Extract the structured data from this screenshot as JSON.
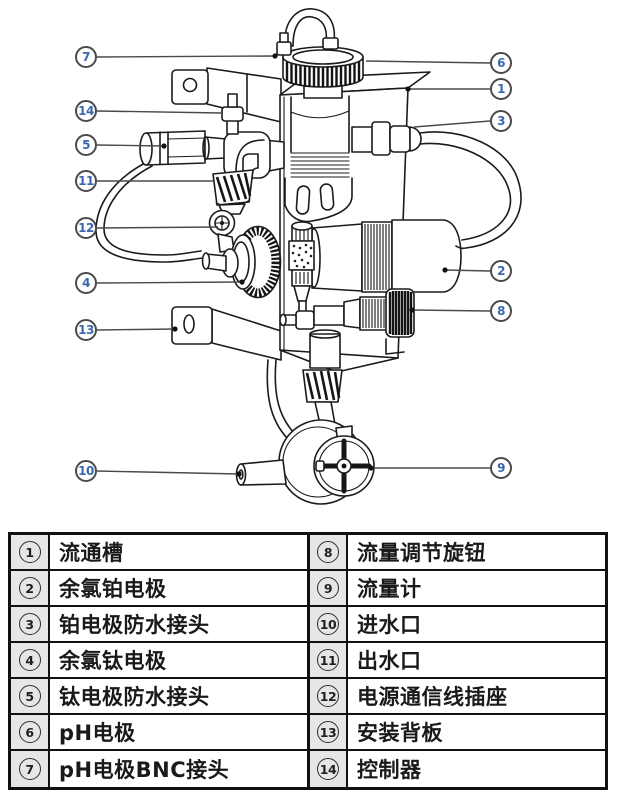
{
  "diagram": {
    "callouts": {
      "c1": "1",
      "c2": "2",
      "c3": "3",
      "c4": "4",
      "c5": "5",
      "c6": "6",
      "c7": "7",
      "c8": "8",
      "c9": "9",
      "c10": "10",
      "c11": "11",
      "c12": "12",
      "c13": "13",
      "c14": "14"
    }
  },
  "table": {
    "rows": [
      {
        "l": {
          "n": "1",
          "t": "流通槽"
        },
        "r": {
          "n": "8",
          "t": "流量调节旋钮"
        }
      },
      {
        "l": {
          "n": "2",
          "t": "余氯铂电极"
        },
        "r": {
          "n": "9",
          "t": "流量计"
        }
      },
      {
        "l": {
          "n": "3",
          "t": "铂电极防水接头"
        },
        "r": {
          "n": "10",
          "t": "进水口"
        }
      },
      {
        "l": {
          "n": "4",
          "t": "余氯钛电极"
        },
        "r": {
          "n": "11",
          "t": "出水口"
        }
      },
      {
        "l": {
          "n": "5",
          "t": "钛电极防水接头"
        },
        "r": {
          "n": "12",
          "t": "电源通信线插座"
        }
      },
      {
        "l": {
          "n": "6",
          "t": "pH电极"
        },
        "r": {
          "n": "13",
          "t": "安装背板"
        }
      },
      {
        "l": {
          "n": "7",
          "t": "pH电极BNC接头"
        },
        "r": {
          "n": "14",
          "t": "控制器"
        }
      }
    ]
  },
  "colors": {
    "callout_number": "#3a66b0",
    "line_art": "#1b1b1b",
    "leader_line": "#4a4a4a",
    "table_number_bg": "#e6e6e6"
  }
}
